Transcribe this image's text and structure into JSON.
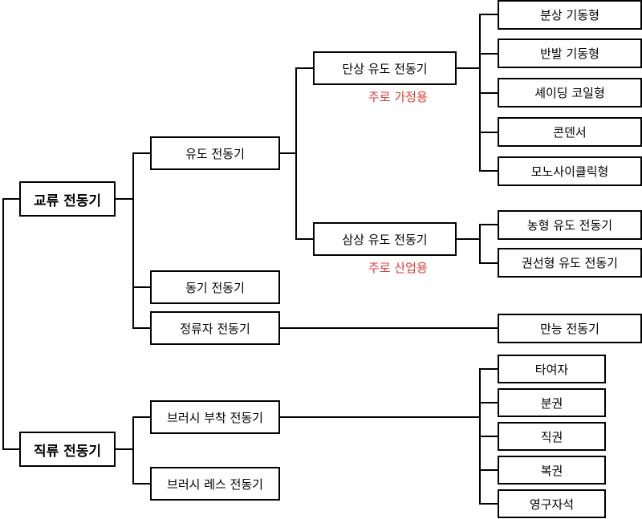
{
  "nodes": {
    "ac": "교류 전동기",
    "dc": "직류 전동기",
    "induction": "유도 전동기",
    "synchronous": "동기 전동기",
    "commutator": "정류자 전동기",
    "single_phase": "단상 유도 전동기",
    "three_phase": "삼상 유도 전동기",
    "split_phase": "분상 기동형",
    "repulsion_start": "반발 기동형",
    "shaded_pole": "셰이딩 코일형",
    "capacitor": "콘덴서",
    "monocyclic": "모노사이클릭형",
    "squirrel_cage": "농형 유도 전동기",
    "wound_rotor": "권선형 유도 전동기",
    "universal": "만능 전동기",
    "brushed": "브러시 부착 전동기",
    "brushless": "브러시 레스 전동기",
    "separately_excited": "타여자",
    "series_wound": "직권",
    "shunt_wound": "분권",
    "compound_wound": "복권",
    "permanent_magnet": "영구자석"
  },
  "notes": {
    "single_phase_use": "주로 가정용",
    "three_phase_use": "주로 산업용"
  }
}
